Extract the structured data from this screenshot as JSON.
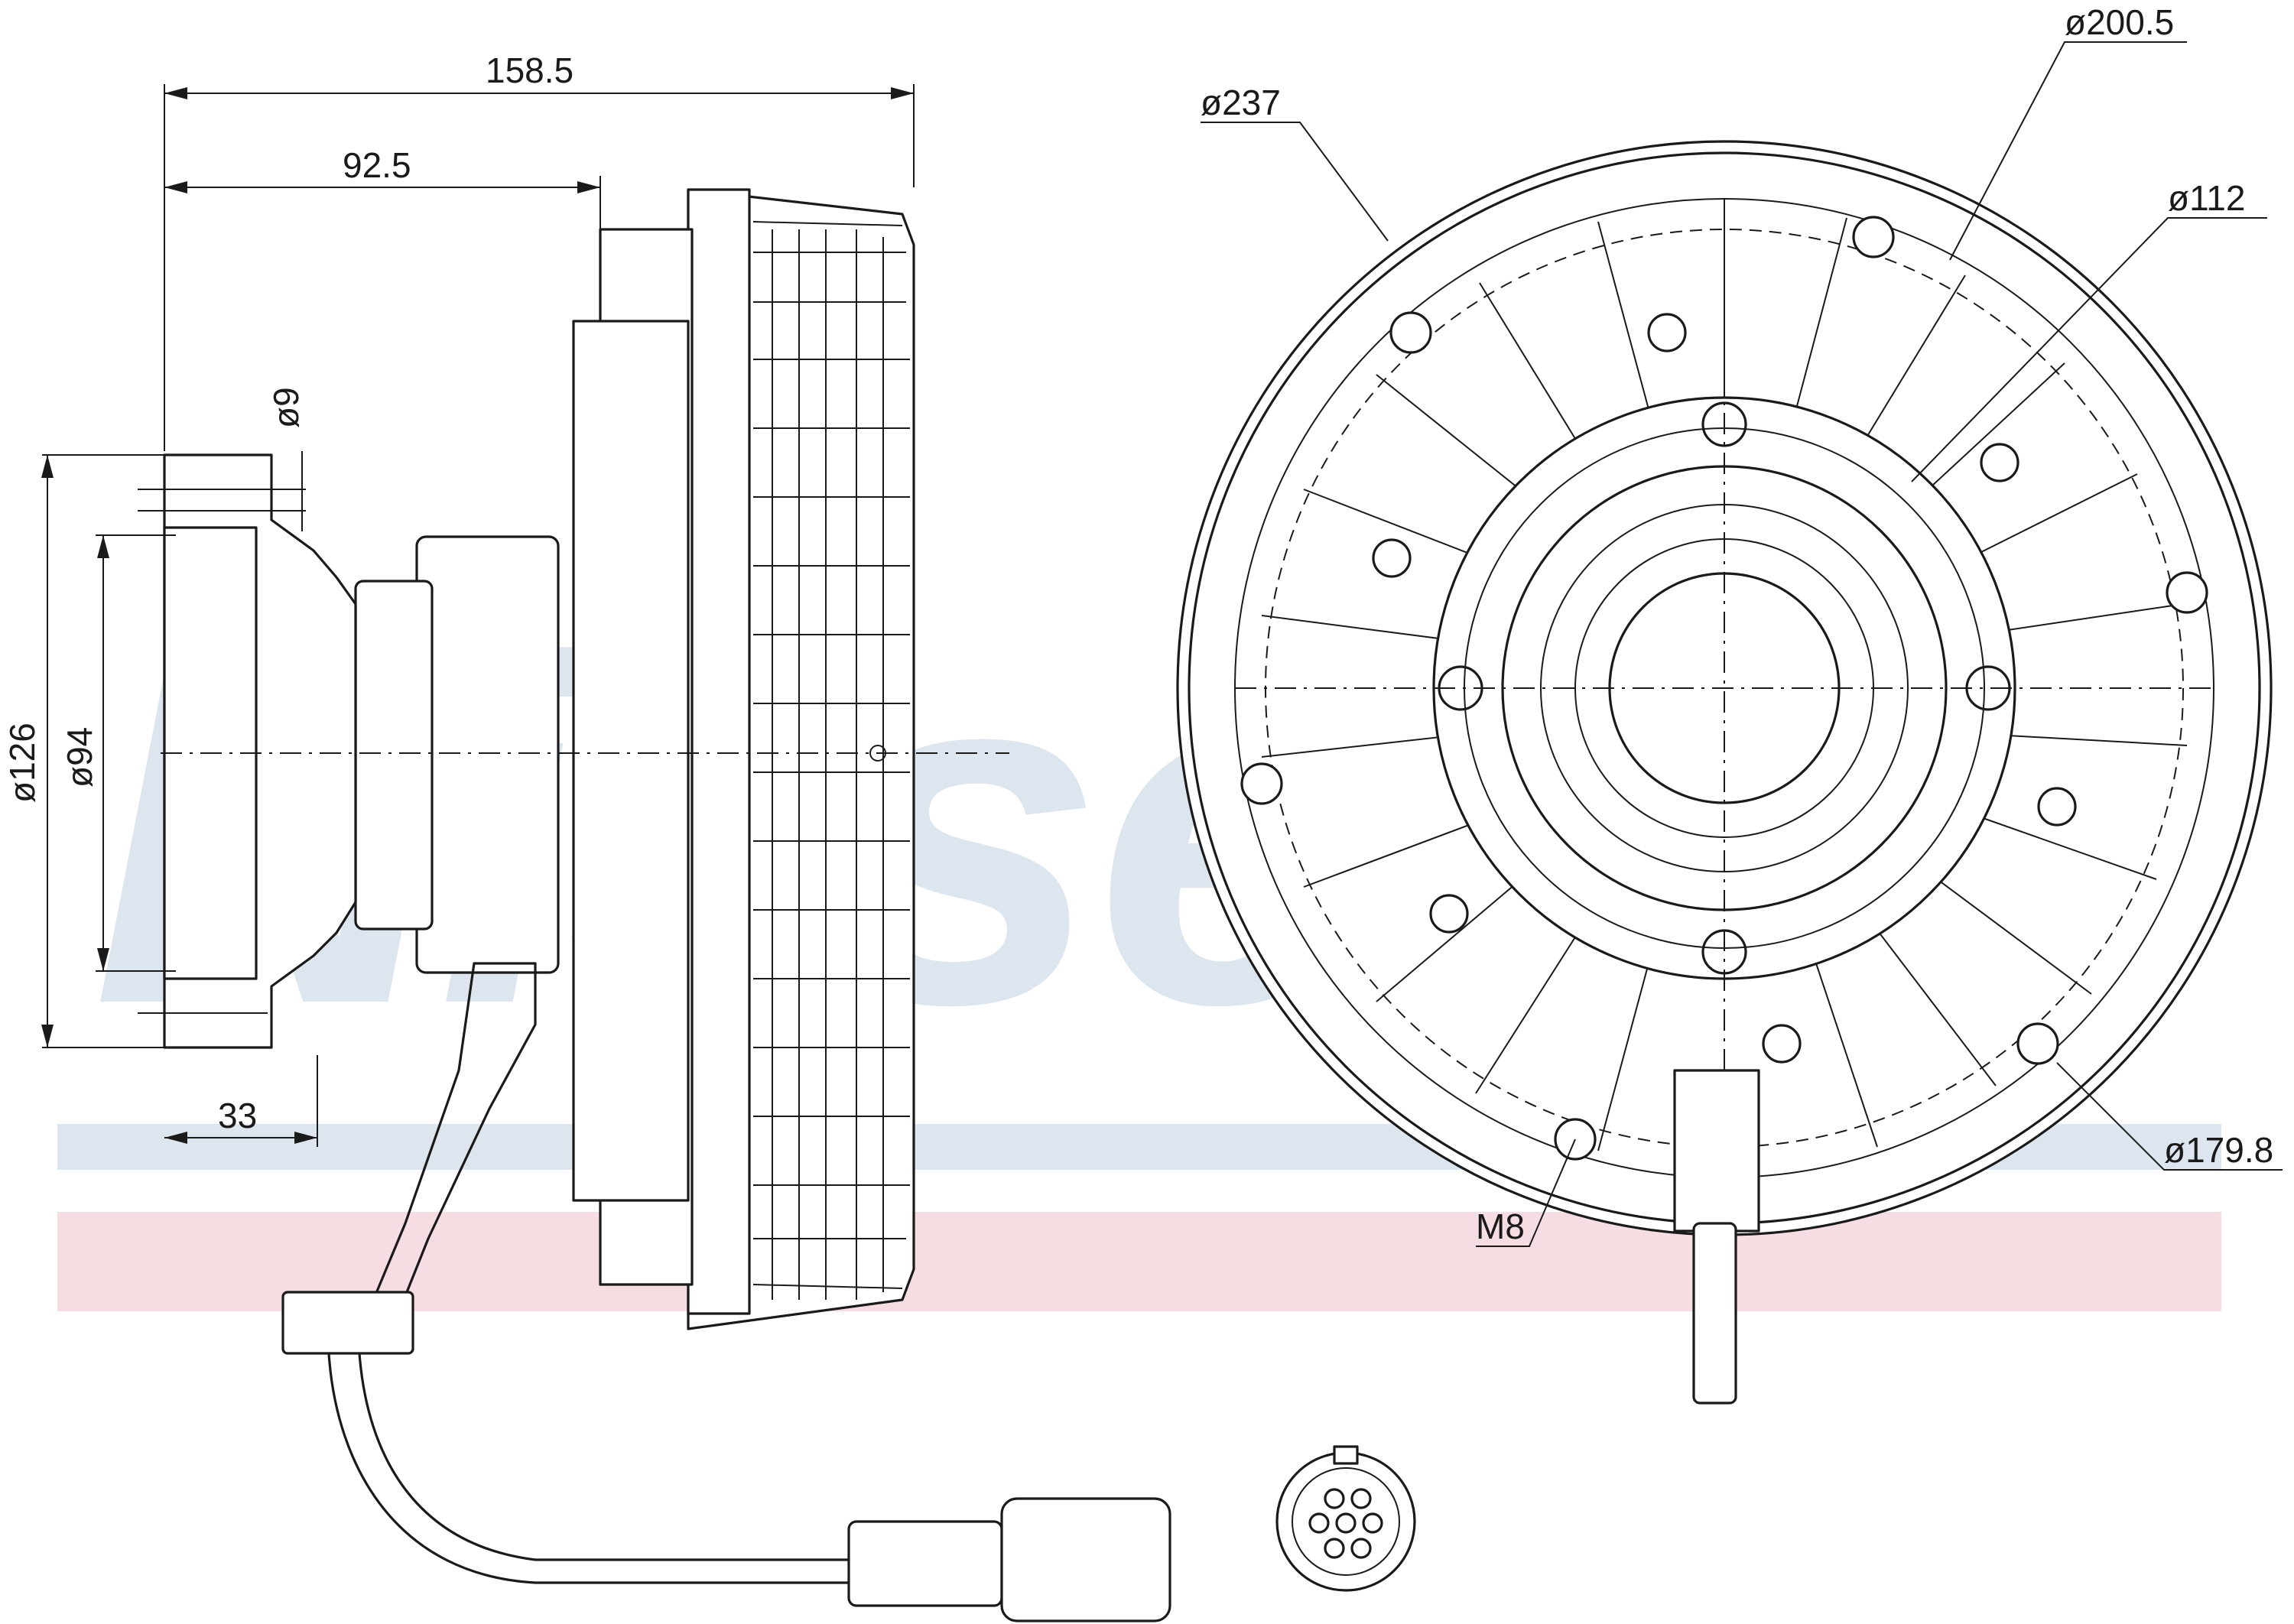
{
  "watermark": {
    "text": "Nissens",
    "symbol": "®",
    "blue_band_color": "#dde6ee",
    "pink_band_color": "#f6dde2"
  },
  "dimensions": {
    "overall_length": "158.5",
    "hub_length": "92.5",
    "bolt_hole": "ø9",
    "flange_diameter": "ø126",
    "pilot_diameter": "ø94",
    "flange_offset": "33",
    "fan_diameter": "ø237",
    "bolt_circle_outer": "ø200.5",
    "hub_diameter": "ø112",
    "bolt_circle_inner": "ø179.8",
    "thread": "M8"
  },
  "line_color": "#1a1a1a",
  "icons": [
    "connector-pin-icon"
  ]
}
